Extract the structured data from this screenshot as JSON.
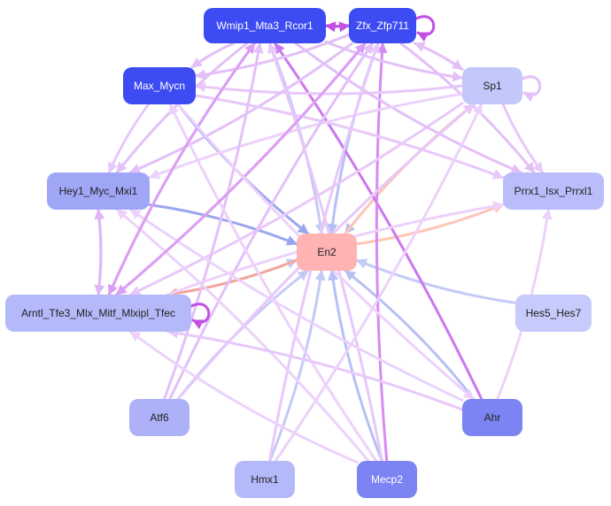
{
  "nodes": [
    {
      "id": "wmip",
      "label": "Wmip1_Mta3_Rcor1",
      "fill": "#3d4cf2",
      "text": "#ffffff"
    },
    {
      "id": "zfx",
      "label": "Zfx_Zfp711",
      "fill": "#3d4cf2",
      "text": "#ffffff"
    },
    {
      "id": "max",
      "label": "Max_Mycn",
      "fill": "#3d4cf2",
      "text": "#ffffff"
    },
    {
      "id": "sp1",
      "label": "Sp1",
      "fill": "#c3c8fb",
      "text": "#222222"
    },
    {
      "id": "hey1",
      "label": "Hey1_Myc_Mxi1",
      "fill": "#a0a6f6",
      "text": "#222222"
    },
    {
      "id": "prrx",
      "label": "Prrx1_Isx_Prrxl1",
      "fill": "#b9bdfa",
      "text": "#222222"
    },
    {
      "id": "en2",
      "label": "En2",
      "fill": "#ffb3b3",
      "text": "#222222"
    },
    {
      "id": "arntl",
      "label": "Arntl_Tfe3_Mlx_Mitf_Mlxipl_Tfec",
      "fill": "#b4b9fa",
      "text": "#222222"
    },
    {
      "id": "hes5",
      "label": "Hes5_Hes7",
      "fill": "#c6cbfc",
      "text": "#222222"
    },
    {
      "id": "atf6",
      "label": "Atf6",
      "fill": "#adb2f8",
      "text": "#222222"
    },
    {
      "id": "ahr",
      "label": "Ahr",
      "fill": "#7b84f2",
      "text": "#222222"
    },
    {
      "id": "hmx1",
      "label": "Hmx1",
      "fill": "#b4b9fa",
      "text": "#222222"
    },
    {
      "id": "mecp2",
      "label": "Mecp2",
      "fill": "#7b84f2",
      "text": "#ffffff"
    }
  ],
  "edges": [
    {
      "from": "max",
      "to": "en2",
      "color": "#9aa6ef"
    },
    {
      "from": "hey1",
      "to": "en2",
      "color": "#9aa6ef"
    },
    {
      "from": "zfx",
      "to": "en2",
      "color": "#b7c0f4"
    },
    {
      "from": "wmip",
      "to": "en2",
      "color": "#c4caf6"
    },
    {
      "from": "sp1",
      "to": "en2",
      "color": "#b7c0f4"
    },
    {
      "from": "hes5",
      "to": "en2",
      "color": "#c4caf6"
    },
    {
      "from": "ahr",
      "to": "en2",
      "color": "#b7c0f4"
    },
    {
      "from": "mecp2",
      "to": "en2",
      "color": "#b7c0f4"
    },
    {
      "from": "hmx1",
      "to": "en2",
      "color": "#c4caf6"
    },
    {
      "from": "atf6",
      "to": "en2",
      "color": "#c4caf6"
    },
    {
      "from": "arntl",
      "to": "en2",
      "color": "#c4caf6"
    },
    {
      "from": "en2",
      "to": "sp1",
      "color": "#ffc6b8"
    },
    {
      "from": "en2",
      "to": "prrx",
      "color": "#ffc6b8"
    },
    {
      "from": "en2",
      "to": "arntl",
      "color": "#f5a59a"
    },
    {
      "from": "ahr",
      "to": "wmip",
      "color": "#cc77ee"
    },
    {
      "from": "mecp2",
      "to": "zfx",
      "color": "#d68cf2"
    },
    {
      "from": "wmip",
      "to": "zfx",
      "color": "#c050e6"
    },
    {
      "from": "zfx",
      "to": "wmip",
      "color": "#c050e6"
    },
    {
      "from": "wmip",
      "to": "max",
      "color": "#e3c0f8"
    },
    {
      "from": "zfx",
      "to": "max",
      "color": "#e3c0f8"
    },
    {
      "from": "wmip",
      "to": "sp1",
      "color": "#e3c0f8"
    },
    {
      "from": "zfx",
      "to": "sp1",
      "color": "#e3c0f8"
    },
    {
      "from": "sp1",
      "to": "zfx",
      "color": "#e3c0f8"
    },
    {
      "from": "sp1",
      "to": "max",
      "color": "#e8c8fa"
    },
    {
      "from": "wmip",
      "to": "hey1",
      "color": "#e3c0f8"
    },
    {
      "from": "zfx",
      "to": "hey1",
      "color": "#e3c0f8"
    },
    {
      "from": "max",
      "to": "hey1",
      "color": "#e8c8fa"
    },
    {
      "from": "hey1",
      "to": "arntl",
      "color": "#e0b6f8"
    },
    {
      "from": "arntl",
      "to": "hey1",
      "color": "#e0b6f8"
    },
    {
      "from": "zfx",
      "to": "arntl",
      "color": "#dc9ef4"
    },
    {
      "from": "wmip",
      "to": "arntl",
      "color": "#dc9ef4"
    },
    {
      "from": "sp1",
      "to": "arntl",
      "color": "#e8c8fa"
    },
    {
      "from": "wmip",
      "to": "prrx",
      "color": "#e3c0f8"
    },
    {
      "from": "zfx",
      "to": "prrx",
      "color": "#e3c0f8"
    },
    {
      "from": "sp1",
      "to": "prrx",
      "color": "#e8c8fa"
    },
    {
      "from": "max",
      "to": "prrx",
      "color": "#e8c8fa"
    },
    {
      "from": "sp1",
      "to": "hey1",
      "color": "#ecd2fb"
    },
    {
      "from": "atf6",
      "to": "zfx",
      "color": "#e3c0f8"
    },
    {
      "from": "atf6",
      "to": "wmip",
      "color": "#e3c0f8"
    },
    {
      "from": "hmx1",
      "to": "zfx",
      "color": "#e8c8fa"
    },
    {
      "from": "mecp2",
      "to": "wmip",
      "color": "#e8c8fa"
    },
    {
      "from": "mecp2",
      "to": "arntl",
      "color": "#ecd2fb"
    },
    {
      "from": "mecp2",
      "to": "hey1",
      "color": "#ecd2fb"
    },
    {
      "from": "mecp2",
      "to": "max",
      "color": "#ecd2fb"
    },
    {
      "from": "ahr",
      "to": "arntl",
      "color": "#e8c8fa"
    },
    {
      "from": "ahr",
      "to": "hey1",
      "color": "#ecd2fb"
    },
    {
      "from": "ahr",
      "to": "prrx",
      "color": "#ecd2fb"
    },
    {
      "from": "arntl",
      "to": "prrx",
      "color": "#ecd2fb"
    },
    {
      "from": "arntl",
      "to": "zfx",
      "color": "#dc9ef4"
    },
    {
      "from": "arntl",
      "to": "wmip",
      "color": "#dc9ef4"
    },
    {
      "from": "max",
      "to": "ahr",
      "color": "#ecd2fb"
    },
    {
      "from": "atf6",
      "to": "sp1",
      "color": "#e8c8fa"
    },
    {
      "from": "hmx1",
      "to": "sp1",
      "color": "#ecd2fb"
    },
    {
      "from": "sp1",
      "to": "sp1",
      "color": "#e3c0f8"
    },
    {
      "from": "zfx",
      "to": "zfx",
      "color": "#c050e6"
    },
    {
      "from": "arntl",
      "to": "arntl",
      "color": "#c050e6"
    }
  ]
}
